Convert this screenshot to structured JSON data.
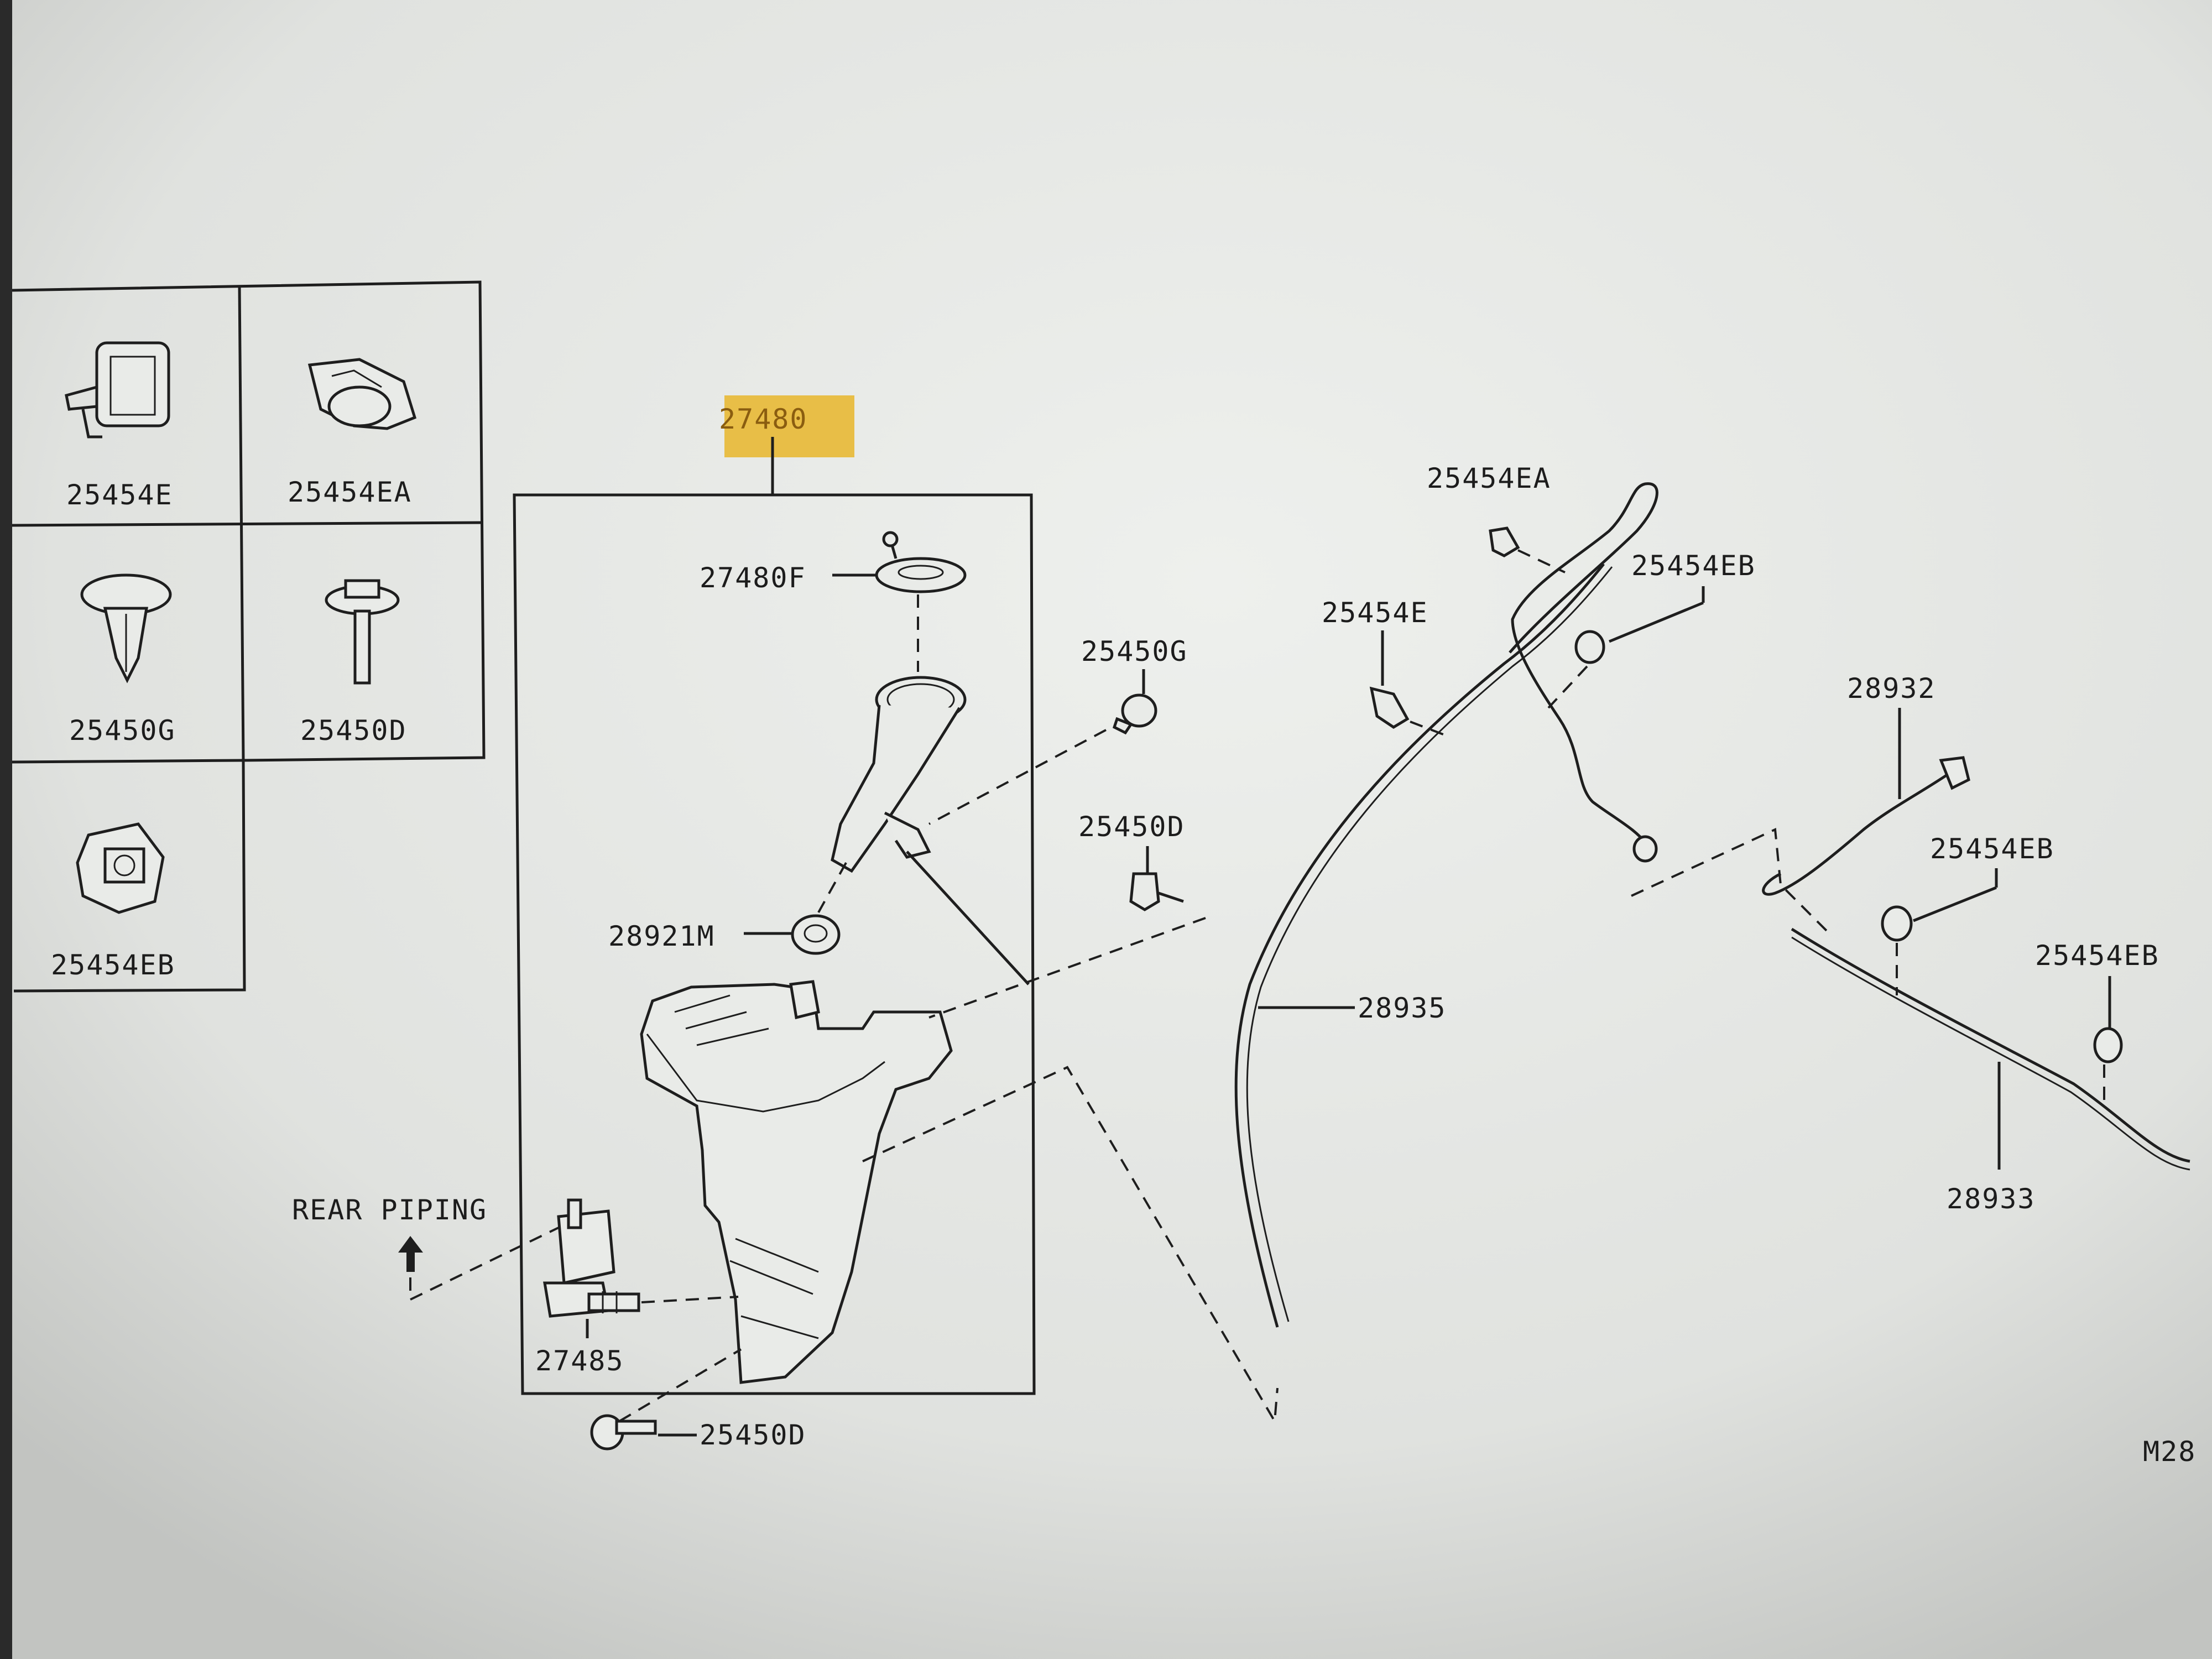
{
  "diagram": {
    "highlight_color": "#e8b62a",
    "highlighted_part": "27480",
    "legend_parts": {
      "p1": "25454E",
      "p2": "25454EA",
      "p3": "25450G",
      "p4": "25450D",
      "p5": "25454EB"
    },
    "callouts": {
      "tank_assembly": "27480",
      "filler_cap": "27480F",
      "grommet": "28921M",
      "pump": "27485",
      "bolt_bottom": "25450D",
      "clip_g": "25450G",
      "clip_d": "25450D",
      "rear_piping": "REAR PIPING",
      "hose_front": "28935",
      "clip_e": "25454E",
      "clip_ea": "25454EA",
      "clip_eb_top": "25454EB",
      "hose_rear": "28932",
      "clip_eb_mid": "25454EB",
      "clip_eb_right": "25454EB",
      "hose_main": "28933",
      "ref_code": "M28"
    }
  }
}
